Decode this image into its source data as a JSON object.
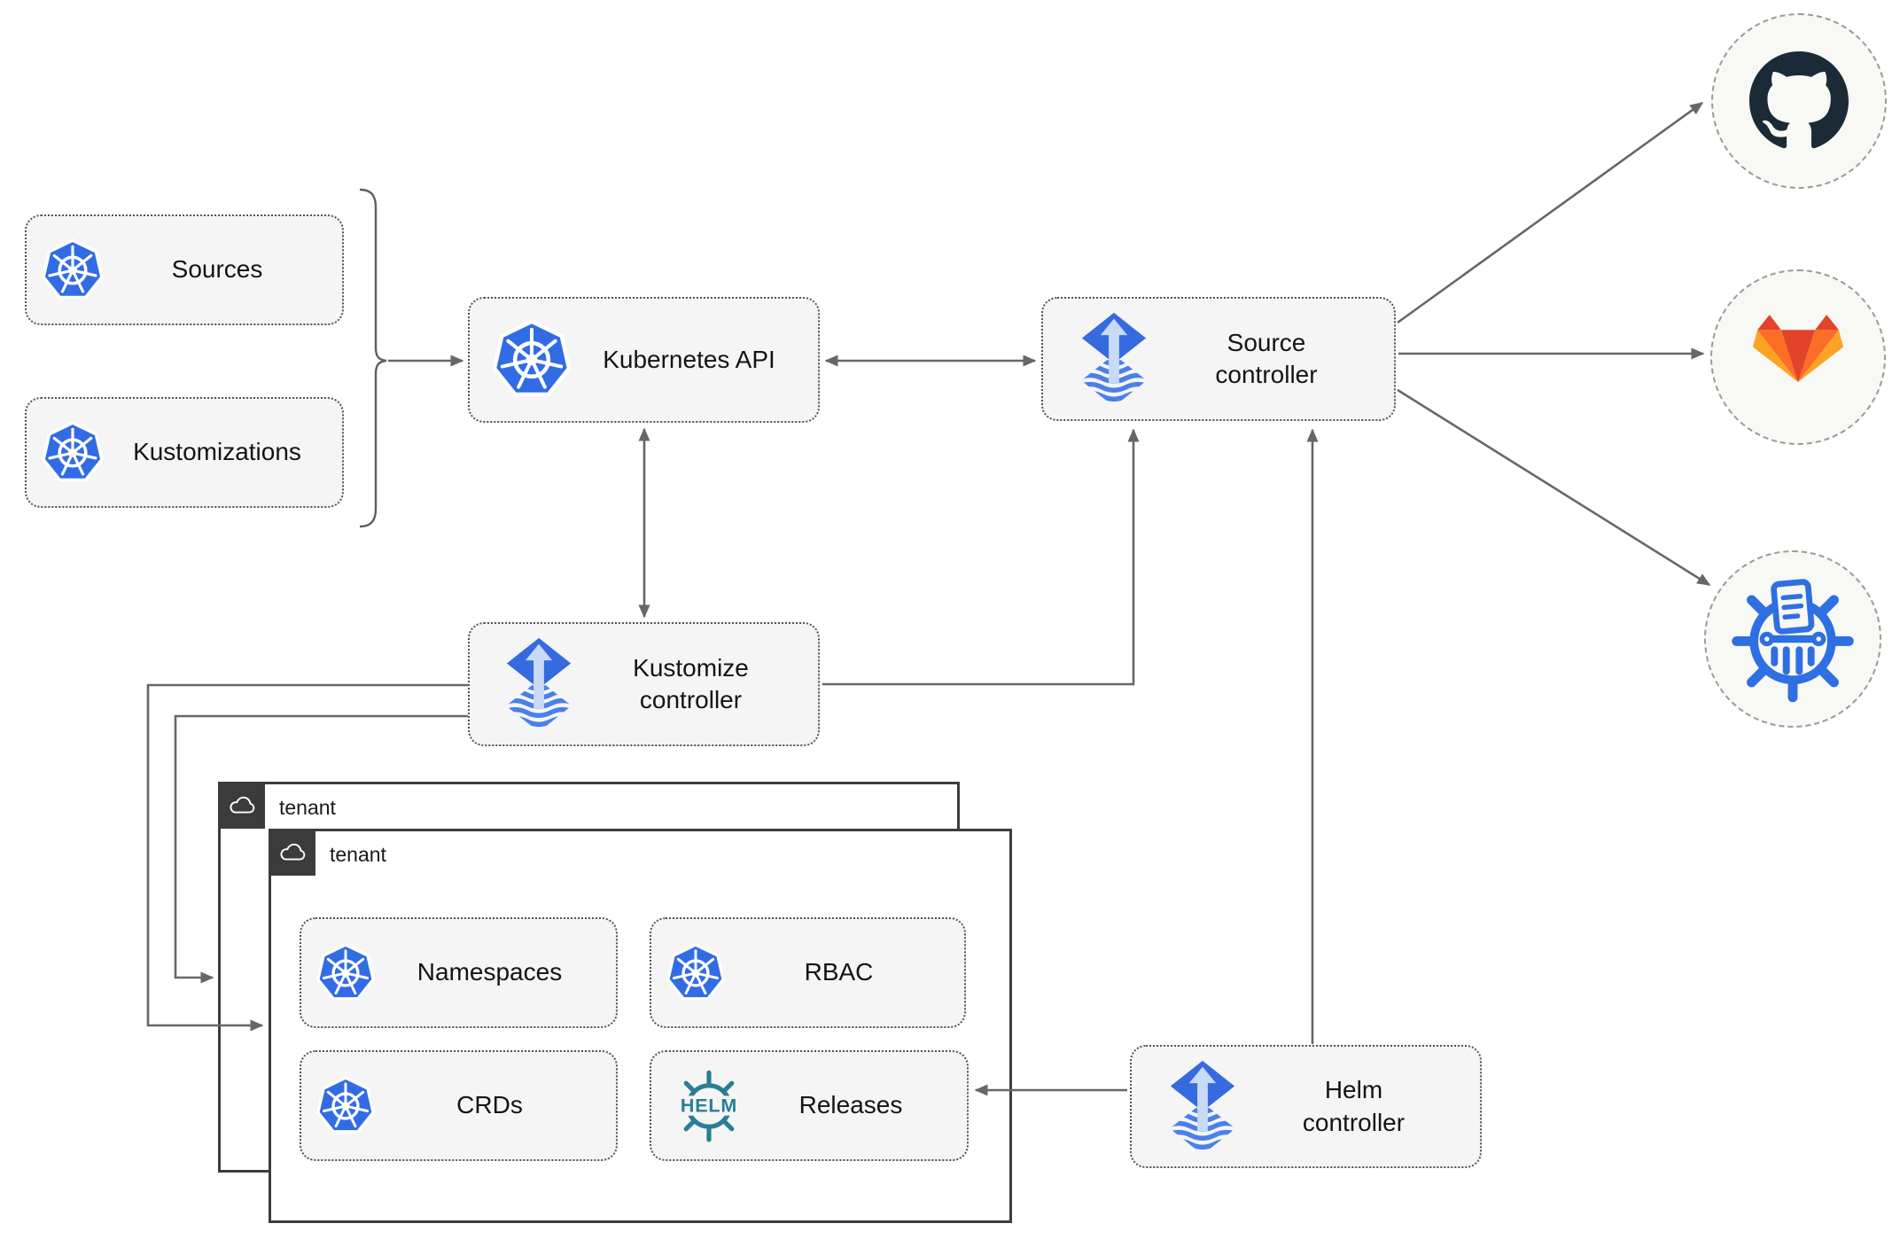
{
  "nodes": {
    "sources": {
      "label": "Sources",
      "icon": "kubernetes-icon"
    },
    "kustomizations": {
      "label": "Kustomizations",
      "icon": "kubernetes-icon"
    },
    "kubernetes_api": {
      "label": "Kubernetes API",
      "icon": "kubernetes-icon"
    },
    "source_controller": {
      "label": "Source controller",
      "icon": "flux-icon"
    },
    "kustomize_controller": {
      "label": "Kustomize controller",
      "icon": "flux-icon"
    },
    "helm_controller": {
      "label": "Helm controller",
      "icon": "flux-icon"
    },
    "namespaces": {
      "label": "Namespaces",
      "icon": "kubernetes-icon"
    },
    "rbac": {
      "label": "RBAC",
      "icon": "kubernetes-icon"
    },
    "crds": {
      "label": "CRDs",
      "icon": "kubernetes-icon"
    },
    "releases": {
      "label": "Releases",
      "icon": "helm-logo"
    }
  },
  "tenants": {
    "back": {
      "label": "tenant",
      "icon": "cloud-icon"
    },
    "front": {
      "label": "tenant",
      "icon": "cloud-icon"
    }
  },
  "endpoints": {
    "github": {
      "icon": "github-octocat-icon"
    },
    "gitlab": {
      "icon": "gitlab-tanuki-icon"
    },
    "helm_repository": {
      "icon": "chartmuseum-icon"
    }
  },
  "helm_logo_text": "HELM",
  "colors": {
    "kubernetes_blue": "#326ce5",
    "flux_blue": "#356bde",
    "flux_wave_blue": "#4a80e8",
    "flux_arrow_light": "#c9daf6",
    "helm_teal": "#2a7d96",
    "chartmuseum_blue": "#2e6fe2",
    "github_dark": "#1b2a37",
    "gitlab_red": "#e24329",
    "gitlab_orange": "#fc6d26",
    "gitlab_yellow": "#fca326",
    "node_fill": "#f5f5f5",
    "connector_gray": "#676767",
    "tenant_border": "#3d3d3d",
    "tenant_header_dark": "#3b3b3b"
  }
}
